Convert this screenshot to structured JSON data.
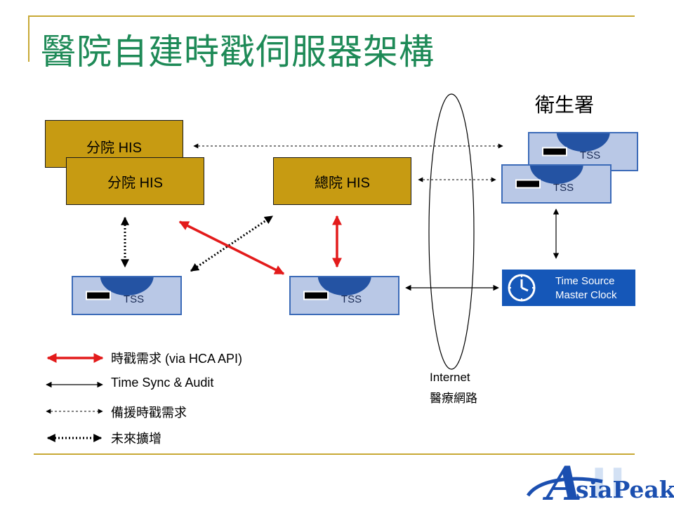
{
  "title": "醫院自建時戳伺服器架構",
  "health_dept_label": "衛生署",
  "his": {
    "branch_back": "分院 HIS",
    "branch_front": "分院 HIS",
    "main": "總院 HIS"
  },
  "tss_label": "TSS",
  "clock": {
    "line1": "Time Source",
    "line2": "Master Clock"
  },
  "internet": {
    "line1": "Internet",
    "line2": "醫療網路"
  },
  "legend": [
    {
      "style": "red-solid-double",
      "label": "時戳需求 (via HCA API)"
    },
    {
      "style": "black-thin-double",
      "label": "Time Sync & Audit"
    },
    {
      "style": "black-dashed-double",
      "label": "備援時戳需求"
    },
    {
      "style": "black-dotted-heavy",
      "label": "未來擴增"
    }
  ],
  "logo": {
    "initial": "A",
    "text": "siaPeak",
    "ghost": "II"
  },
  "colors": {
    "title": "#1e8a57",
    "accent_rule": "#c8a935",
    "his_box": "#c79b12",
    "tss_body": "#b9c8e6",
    "tss_dome": "#2453a3",
    "clock": "#1557b8",
    "red_arrow": "#e31b1b"
  }
}
